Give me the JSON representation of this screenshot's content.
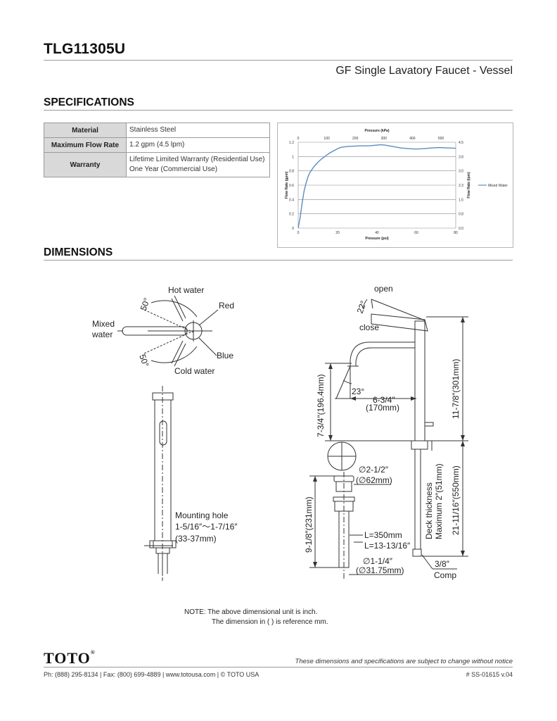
{
  "header": {
    "model": "TLG11305U",
    "product_name": "GF Single Lavatory Faucet - Vessel"
  },
  "sections": {
    "specifications": "SPECIFICATIONS",
    "dimensions": "DIMENSIONS"
  },
  "specs": [
    {
      "label": "Material",
      "lines": [
        "Stainless Steel"
      ]
    },
    {
      "label": "Maximum Flow Rate",
      "lines": [
        "1.2 gpm (4.5 lpm)"
      ]
    },
    {
      "label": "Warranty",
      "lines": [
        "Lifetime Limited Warranty (Residential Use)",
        "One Year (Commercial Use)"
      ]
    }
  ],
  "chart_data": {
    "type": "line",
    "title": "Pressure (kPa)",
    "xlabel": "Pressure (psi)",
    "ylabel": "Flow Rate (gpm)",
    "y2label": "Flow Rate (lpm)",
    "xlim": [
      0,
      80
    ],
    "ylim": [
      0,
      1.2
    ],
    "x_ticks": [
      0,
      20,
      40,
      60,
      80
    ],
    "y_ticks": [
      "0",
      "0.2",
      "0.4",
      "0.6",
      "0.8",
      "1",
      "1.2"
    ],
    "top_ticks": [
      "0",
      "100",
      "200",
      "300",
      "400",
      "500"
    ],
    "top_tick_psi": [
      0,
      14.5,
      29.0,
      43.5,
      58.0,
      72.5
    ],
    "y2_ticks": [
      "0.0",
      "0.8",
      "1.5",
      "2.3",
      "3.0",
      "3.8",
      "4.5"
    ],
    "grid": true,
    "legend_position": "right",
    "line_color": "#5b8cc4",
    "series": [
      {
        "name": "Mixed Water",
        "x": [
          0,
          1,
          2,
          3,
          4,
          5,
          6,
          8,
          10,
          12,
          14,
          16,
          18,
          20,
          22,
          25,
          28,
          32,
          36,
          40,
          42,
          44,
          48,
          52,
          56,
          60,
          64,
          68,
          72,
          76,
          80
        ],
        "y": [
          0,
          0.15,
          0.35,
          0.52,
          0.63,
          0.72,
          0.78,
          0.86,
          0.92,
          0.97,
          1.01,
          1.05,
          1.08,
          1.11,
          1.13,
          1.14,
          1.145,
          1.15,
          1.15,
          1.16,
          1.165,
          1.16,
          1.14,
          1.12,
          1.11,
          1.105,
          1.11,
          1.12,
          1.125,
          1.12,
          1.115
        ]
      }
    ]
  },
  "dims": {
    "hot_water": "Hot water",
    "red": "Red",
    "mixed_water_1": "Mixed",
    "mixed_water_2": "water",
    "blue": "Blue",
    "cold_water": "Cold water",
    "angle_top": "50°",
    "angle_bottom": "50°",
    "mounting_hole_1": "Mounting hole",
    "mounting_hole_2": "1-5/16″～1-7/16″",
    "mounting_hole_3": "(33-37mm)",
    "open": "open",
    "close": "close",
    "angle_lever": "22°",
    "angle_spout": "23°",
    "reach_in": "6-3/4″",
    "reach_mm": "(170mm)",
    "spout_height": "7-3/4″(196.4mm)",
    "total_height": "11-7/8″(301mm)",
    "supply_length": "21-11/16″(550mm)",
    "deck_thickness_1": "Deck thickness",
    "deck_thickness_2": "Maximum 2″(51mm)",
    "drain_dia_in": "∅2-1/2″",
    "drain_dia_mm": "(∅62mm)",
    "drain_height": "9-1/8″(231mm)",
    "l_mm": "L=350mm",
    "l_in": "L=13-13/16″",
    "tail_dia_in": "∅1-1/4″",
    "tail_dia_mm": "(∅31.75mm)",
    "comp_size": "3/8″",
    "comp": "Comp"
  },
  "notes": {
    "line1": "NOTE: The above dimensional unit is inch.",
    "line2": "The dimension in (  ) is reference mm."
  },
  "footer": {
    "logo": "TOTO",
    "logo_mark": "®",
    "disclaimer": "These dimensions and specifications are subject to change without notice",
    "contact": "Ph: (888) 295-8134 | Fax: (800) 699-4889 | www.totousa.com | © TOTO USA",
    "doc_number": "# SS-01615 v.04"
  }
}
